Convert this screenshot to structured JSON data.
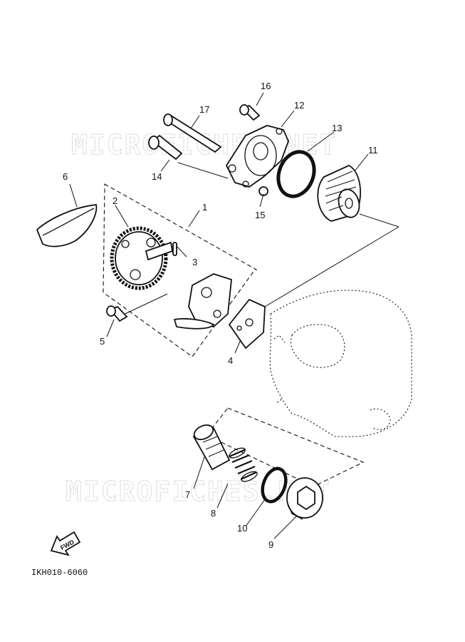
{
  "watermark": {
    "text": "MICROFICHES.NET"
  },
  "callouts": [
    "1",
    "2",
    "3",
    "4",
    "5",
    "6",
    "7",
    "8",
    "9",
    "10",
    "11",
    "12",
    "13",
    "14",
    "15",
    "16",
    "17"
  ],
  "direction_marker": {
    "label": "FWD"
  },
  "diagram_code": "IKH010-6060"
}
